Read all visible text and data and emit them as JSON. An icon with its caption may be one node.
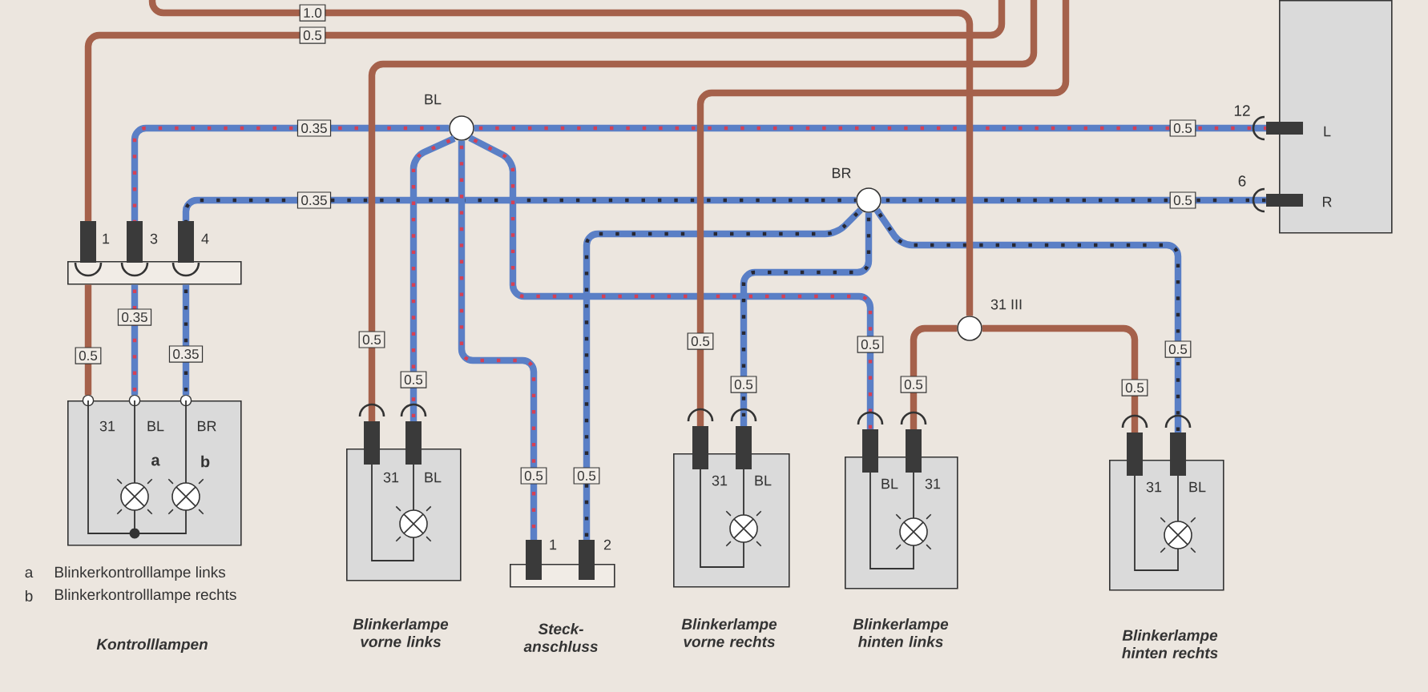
{
  "diagram": {
    "nodes": [
      {
        "text": [
          "31",
          "BL",
          "BR",
          "a",
          "b"
        ]
      },
      {
        "text": [
          "1",
          "3",
          "4"
        ]
      },
      {
        "text": [
          "31",
          "BL",
          "Blinkerlampe vorne links"
        ]
      },
      {
        "text": [
          "1",
          "2",
          "Steck- anschluss"
        ]
      },
      {
        "text": [
          "31",
          "BL",
          "Blinkerlampe vorne rechts"
        ]
      },
      {
        "text": [
          "BL",
          "31",
          "Blinkerlampe hinten links"
        ]
      },
      {
        "text": [
          "31",
          "BL",
          "Blinkerlampe hinten rechts"
        ]
      },
      {
        "text": [
          "L",
          "R"
        ]
      },
      {
        "text": [
          "BL"
        ]
      },
      {
        "text": [
          "BR"
        ]
      },
      {
        "text": [
          "31 III"
        ]
      }
    ],
    "edges": [
      {
        "from": 1,
        "to": null,
        "arrow": "none",
        "label": "0.5",
        "color": "#a5614b"
      },
      {
        "from": 1,
        "to": 0,
        "arrow": "none",
        "label": "0.5",
        "color": "#a5614b"
      },
      {
        "from": 1,
        "to": 8,
        "arrow": "none",
        "label": "0.35",
        "color": "#5a7fc6"
      },
      {
        "from": 1,
        "to": 0,
        "arrow": "none",
        "label": "0.35",
        "color": "#5a7fc6"
      },
      {
        "from": 1,
        "to": 9,
        "arrow": "none",
        "label": "0.35",
        "color": "#5a7fc6"
      },
      {
        "from": 1,
        "to": 0,
        "arrow": "none",
        "label": "0.35",
        "color": "#5a7fc6"
      },
      {
        "from": 8,
        "to": 7,
        "arrow": "none",
        "label": "0.5",
        "color": "#5a7fc6"
      },
      {
        "from": 8,
        "to": 2,
        "arrow": "none",
        "label": "0.5",
        "color": "#5a7fc6"
      },
      {
        "from": 8,
        "to": 3,
        "arrow": "none",
        "label": "0.5",
        "color": "#5a7fc6"
      },
      {
        "from": 8,
        "to": 5,
        "arrow": "none",
        "label": "0.5",
        "color": "#5a7fc6"
      },
      {
        "from": 9,
        "to": 7,
        "arrow": "none",
        "label": "0.5",
        "color": "#5a7fc6"
      },
      {
        "from": 9,
        "to": 3,
        "arrow": "none",
        "label": "0.5",
        "color": "#5a7fc6"
      },
      {
        "from": 9,
        "to": 4,
        "arrow": "none",
        "label": "0.5",
        "color": "#5a7fc6"
      },
      {
        "from": 9,
        "to": 6,
        "arrow": "none",
        "label": "0.5",
        "color": "#5a7fc6"
      },
      {
        "from": 2,
        "to": null,
        "arrow": "none",
        "label": "0.5",
        "color": "#a5614b"
      },
      {
        "from": 4,
        "to": null,
        "arrow": "none",
        "label": "0.5",
        "color": "#a5614b"
      },
      {
        "from": 5,
        "to": 10,
        "arrow": "none",
        "label": "0.5",
        "color": "#a5614b"
      },
      {
        "from": 6,
        "to": 10,
        "arrow": "none",
        "label": "0.5",
        "color": "#a5614b"
      },
      {
        "from": 10,
        "to": null,
        "arrow": "none",
        "label": "1.0",
        "color": "#a5614b"
      }
    ],
    "labels": [
      "12",
      "6",
      "a",
      "Blinkerkontrolllampe links",
      "b",
      "Blinkerkontrolllampe rechts",
      "Kontrolllampen"
    ]
  }
}
